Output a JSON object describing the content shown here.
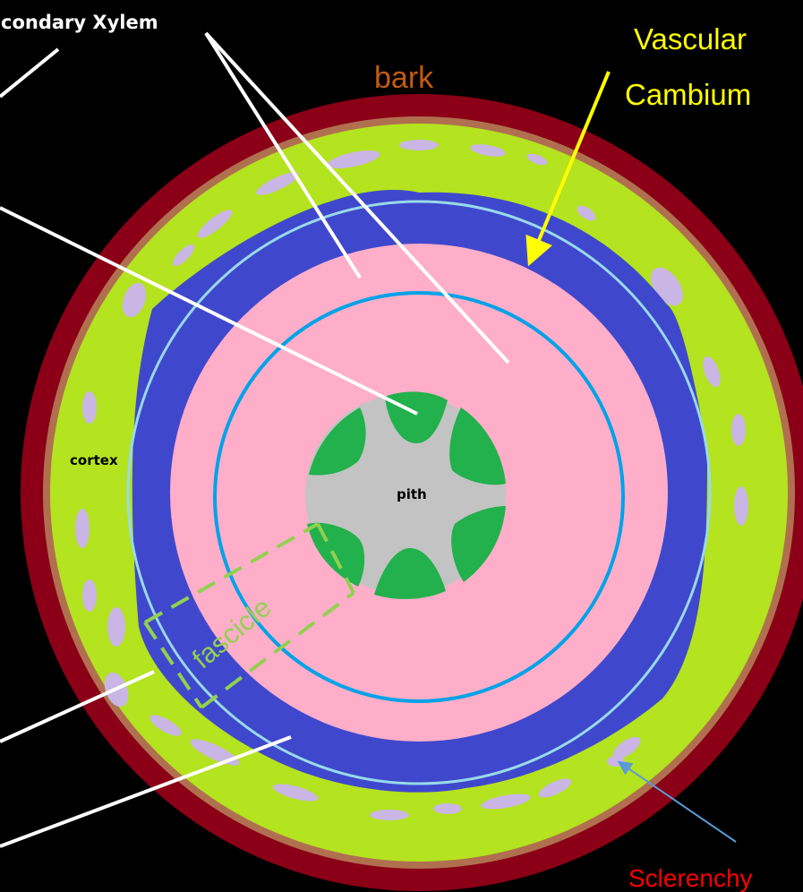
{
  "labels": {
    "secondary_xylem": "condary Xylem",
    "bark": "bark",
    "vascular_line1": "Vascular",
    "vascular_line2": "Cambium",
    "cortex": "cortex",
    "pith": "pith",
    "fascicle": "fascicle",
    "sclerenchyma": "Sclerenchy"
  },
  "colors": {
    "background": "#000000",
    "bark": "#8b0016",
    "bark_edge": "#b07050",
    "cortex": "#b4e31f",
    "sclerenchyma": "#c9b6e4",
    "phloem": "#3f48cc",
    "cambium_line": "#99d9ea",
    "xylem": "#ffaec9",
    "growth_ring": "#00a2e8",
    "pith": "#c3c3c3",
    "primary_xylem": "#22b14c",
    "fascicle_box": "#92d050",
    "cambium_arrow": "#ffff00",
    "scler_arrow": "#5b9bd5",
    "pointer_lines": "#ffffff"
  }
}
